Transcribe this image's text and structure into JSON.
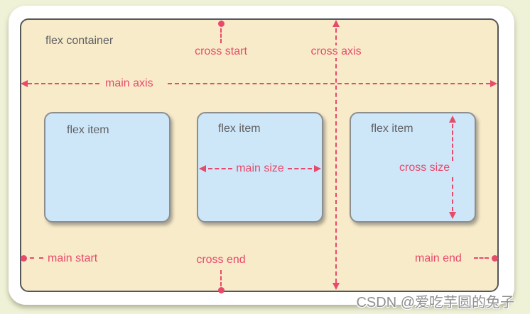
{
  "diagram": {
    "container_label": "flex container",
    "items": [
      {
        "label": "flex item"
      },
      {
        "label": "flex item"
      },
      {
        "label": "flex item"
      }
    ],
    "annotations": {
      "main_axis": "main axis",
      "cross_axis": "cross axis",
      "cross_start": "cross start",
      "cross_end": "cross end",
      "main_start": "main start",
      "main_end": "main end",
      "main_size": "main size",
      "cross_size": "cross size"
    },
    "colors": {
      "page_bg": "#f0f2d8",
      "card_bg": "#ffffff",
      "container_bg": "#f8ebc9",
      "container_border": "#55565a",
      "item_bg": "#cde6f8",
      "item_border": "#8c8e90",
      "accent_pink": "#e84a6b",
      "label_gray": "#606164",
      "watermark_gray": "#8f8f8f"
    },
    "watermark": "CSDN @爱吃芋圆的兔子"
  }
}
